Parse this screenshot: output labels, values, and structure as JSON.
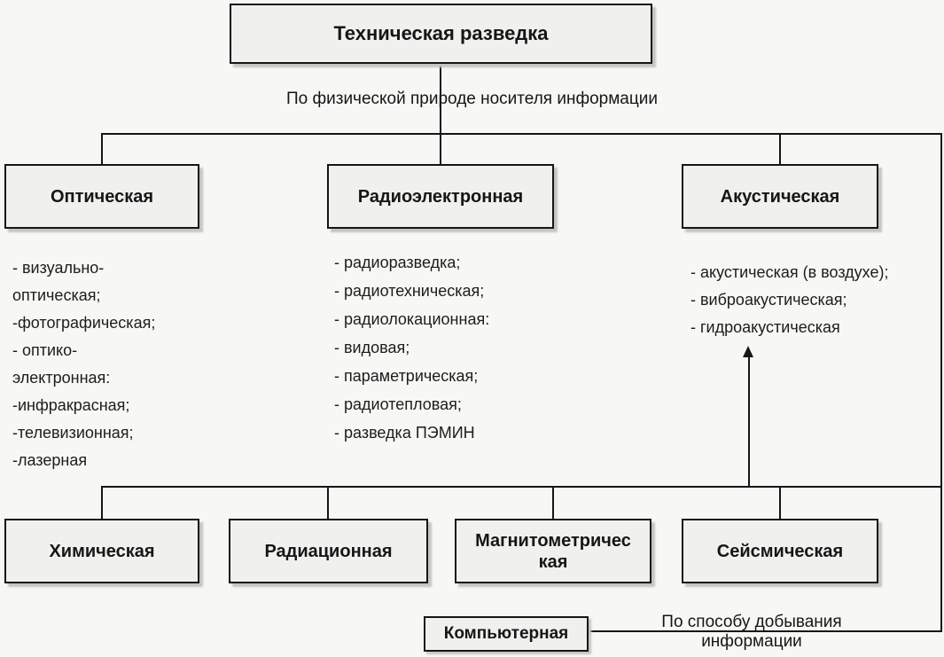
{
  "root": {
    "label": "Техническая разведка"
  },
  "captions": {
    "physical": "По физической природе носителя информации",
    "method": "По способу добывания\nинформации"
  },
  "physical_branches": [
    {
      "label": "Оптическая",
      "items_lines": [
        "- визуально-",
        "оптическая;",
        "-фотографическая;",
        "- оптико-",
        "электронная:",
        "-инфракрасная;",
        "-телевизионная;",
        "-лазерная"
      ]
    },
    {
      "label": "Радиоэлектронная",
      "items_lines": [
        "- радиоразведка;",
        "- радиотехническая;",
        "- радиолокационная:",
        "- видовая;",
        "- параметрическая;",
        "- радиотепловая;",
        "- разведка ПЭМИН"
      ]
    },
    {
      "label": "Акустическая",
      "items_lines": [
        "- акустическая (в воздухе);",
        "- виброакустическая;",
        "- гидроакустическая"
      ]
    }
  ],
  "secondary_branches": [
    {
      "label": "Химическая"
    },
    {
      "label": "Радиационная"
    },
    {
      "label": "Магнитометричес\nкая"
    },
    {
      "label": "Сейсмическая"
    }
  ],
  "method_branch": {
    "label": "Компьютерная"
  },
  "colors": {
    "background": "#f7f7f5",
    "box_fill": "#f0f0ee",
    "stroke": "#161616"
  }
}
